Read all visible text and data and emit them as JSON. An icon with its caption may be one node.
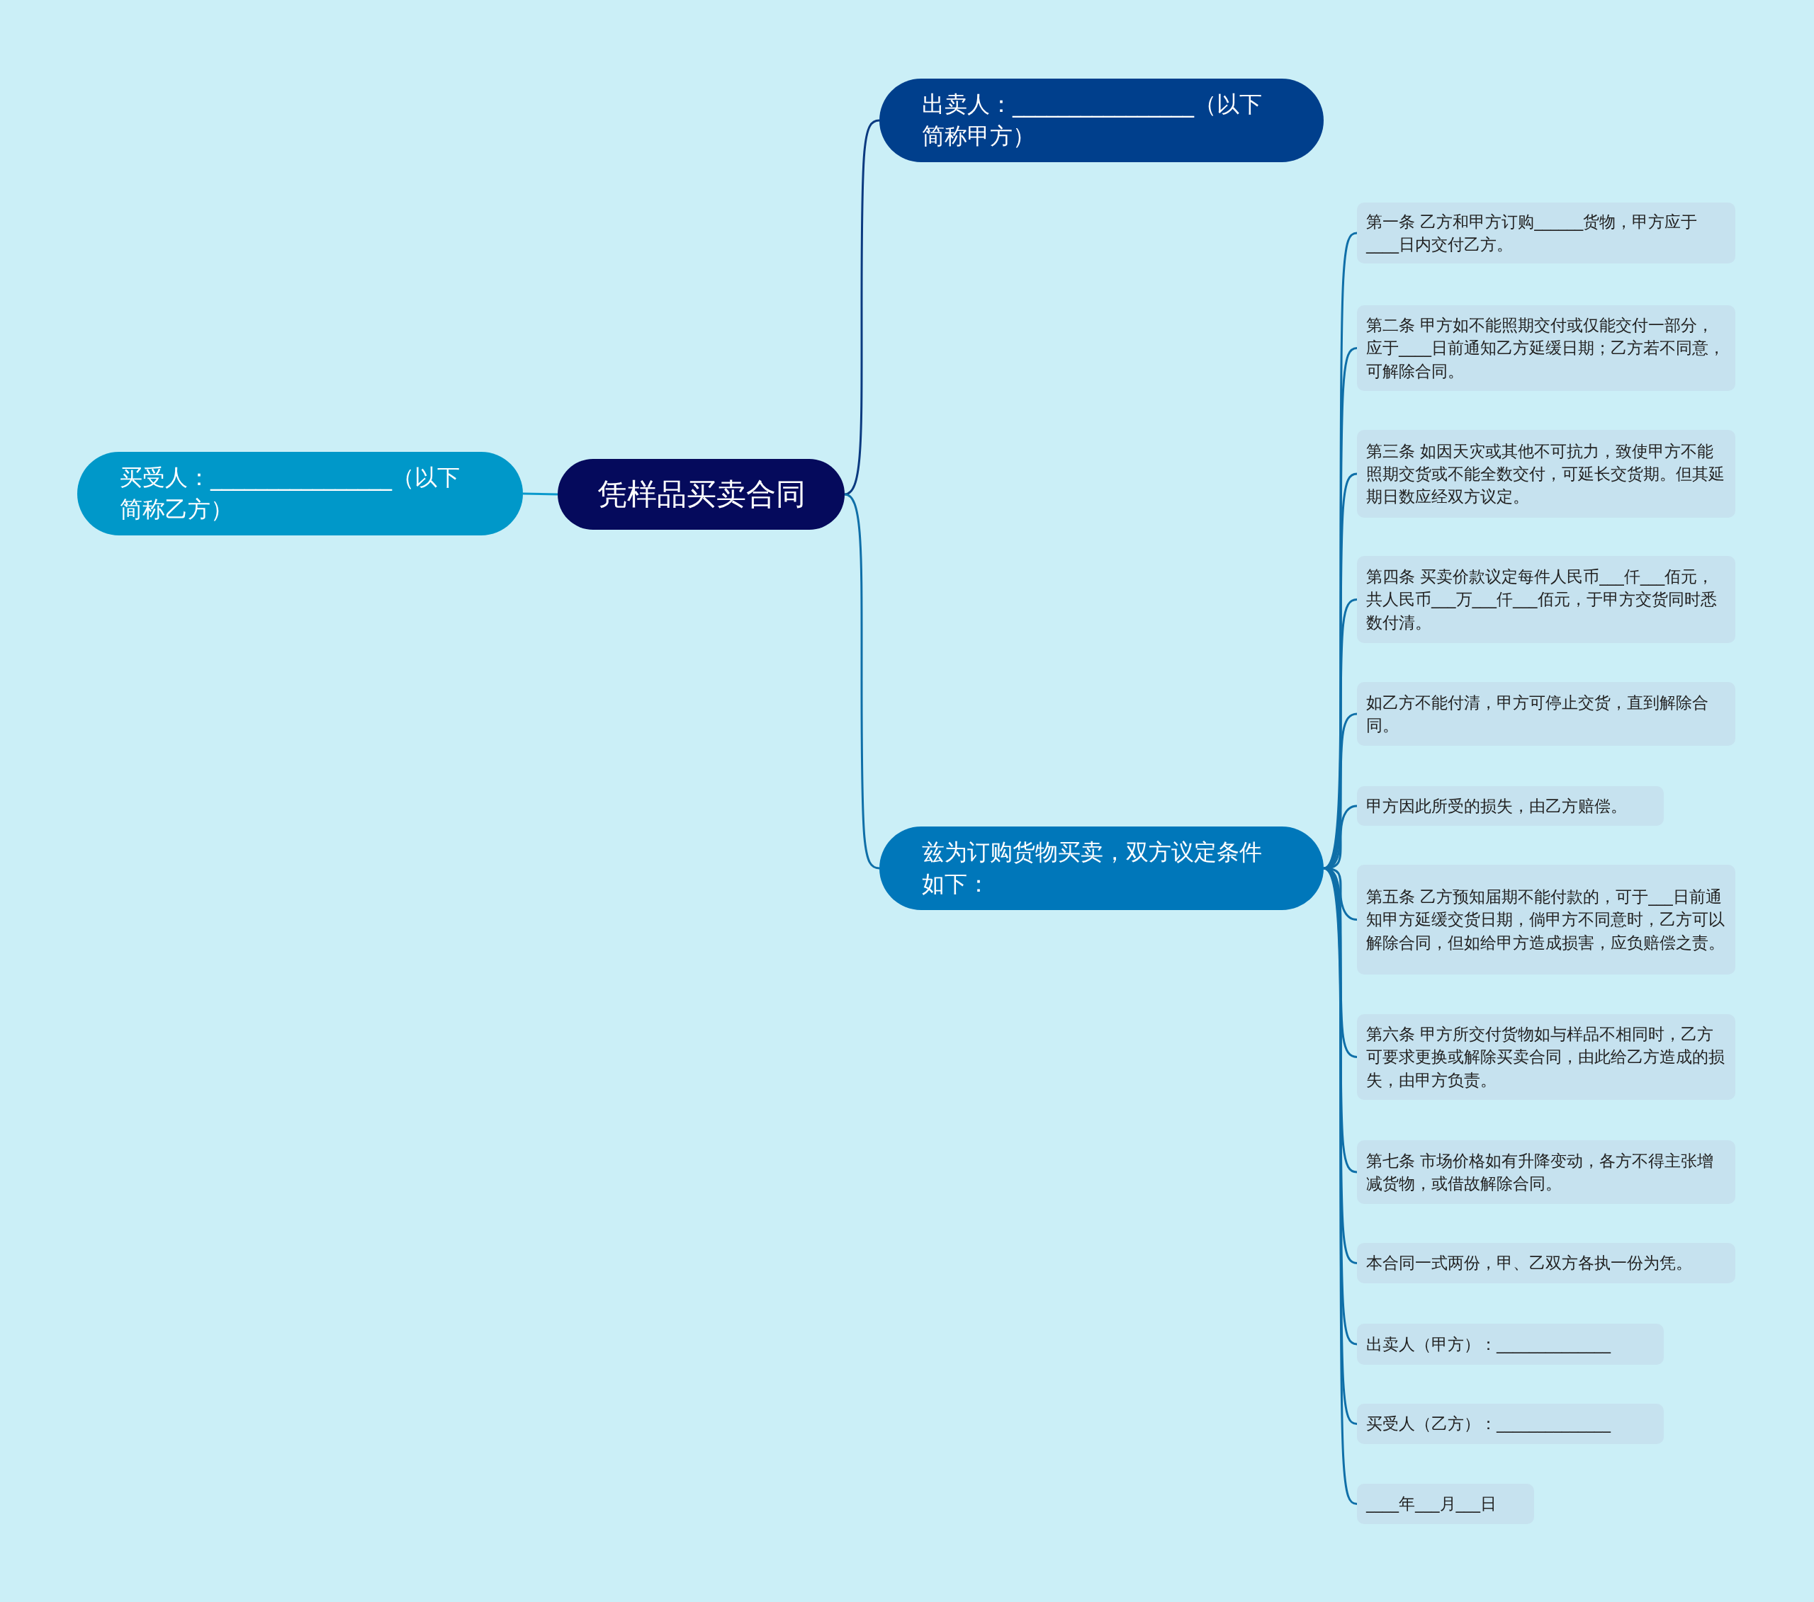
{
  "diagram": {
    "nodes": [
      {
        "text": [
          "凭样品买卖合同"
        ]
      },
      {
        "text": [
          "出卖人：________________（以下简称甲方）"
        ]
      },
      {
        "text": [
          "买受人：________________（以下简称乙方）"
        ]
      },
      {
        "text": [
          "兹为订购货物买卖，双方议定条件如下："
        ]
      },
      {
        "text": [
          "第一条 乙方和甲方订购______货物，甲方应于____日内交付乙方。"
        ]
      },
      {
        "text": [
          "第二条 甲方如不能照期交付或仅能交付一部分，应于____日前通知乙方延缓日期；乙方若不同意，可解除合同。"
        ]
      },
      {
        "text": [
          "第三条 如因天灾或其他不可抗力，致使甲方不能照期交货或不能全数交付，可延长交货期。但其延期日数应经双方议定。"
        ]
      },
      {
        "text": [
          "第四条 买卖价款议定每件人民币___仟___佰元，共人民币___万___仟___佰元，于甲方交货同时悉数付清。"
        ]
      },
      {
        "text": [
          "如乙方不能付清，甲方可停止交货，直到解除合同。"
        ]
      },
      {
        "text": [
          "甲方因此所受的损失，由乙方赔偿。"
        ]
      },
      {
        "text": [
          "第五条 乙方预知届期不能付款的，可于___日前通知甲方延缓交货日期，倘甲方不同意时，乙方可以解除合同，但如给甲方造成损害，应负赔偿之责。"
        ]
      },
      {
        "text": [
          "第六条 甲方所交付货物如与样品不相同时，乙方可要求更换或解除买卖合同，由此给乙方造成的损失，由甲方负责。"
        ]
      },
      {
        "text": [
          "第七条 市场价格如有升降变动，各方不得主张增减货物，或借故解除合同。"
        ]
      },
      {
        "text": [
          "本合同一式两份，甲、乙双方各执一份为凭。"
        ]
      },
      {
        "text": [
          "出卖人（甲方）：______________"
        ]
      },
      {
        "text": [
          "买受人（乙方）：______________"
        ]
      },
      {
        "text": [
          "____年___月___日"
        ]
      }
    ],
    "edges": [
      {
        "from": 0,
        "to": 1,
        "arrow": "none",
        "color": "#0b3a80"
      },
      {
        "from": 0,
        "to": 2,
        "arrow": "none",
        "color": "#0a99cc"
      },
      {
        "from": 0,
        "to": 3,
        "arrow": "none"
      },
      {
        "from": 3,
        "to": 4,
        "arrow": "none"
      },
      {
        "from": 3,
        "to": 5,
        "arrow": "none"
      },
      {
        "from": 3,
        "to": 6,
        "arrow": "none"
      },
      {
        "from": 3,
        "to": 7,
        "arrow": "none"
      },
      {
        "from": 3,
        "to": 8,
        "arrow": "none"
      },
      {
        "from": 3,
        "to": 9,
        "arrow": "none"
      },
      {
        "from": 3,
        "to": 10,
        "arrow": "none"
      },
      {
        "from": 3,
        "to": 11,
        "arrow": "none"
      },
      {
        "from": 3,
        "to": 12,
        "arrow": "none"
      },
      {
        "from": 3,
        "to": 13,
        "arrow": "none"
      },
      {
        "from": 3,
        "to": 14,
        "arrow": "none"
      },
      {
        "from": 3,
        "to": 15,
        "arrow": "none"
      },
      {
        "from": 3,
        "to": 16,
        "arrow": "none"
      }
    ]
  }
}
